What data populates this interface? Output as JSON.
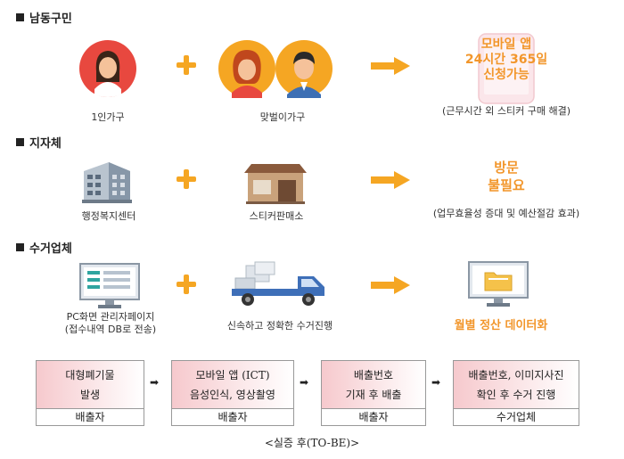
{
  "sections": {
    "residents": {
      "title": "남동구민",
      "single_label": "1인가구",
      "dual_label": "맞벌이가구",
      "result_line1": "모바일 앱",
      "result_line2": "24시간 365일",
      "result_line3": "신청가능",
      "result_note": "(근무시간 외 스티커 구매 해결)"
    },
    "municipality": {
      "title": "지자체",
      "admin_label": "행정복지센터",
      "store_label": "스티커판매소",
      "result_line1": "방문",
      "result_line2": "불필요",
      "result_note": "(업무효율성 증대 및 예산절감 효과)"
    },
    "collector": {
      "title": "수거업체",
      "pc_label_line1": "PC화면 관리자페이지",
      "pc_label_line2": "(접수내역 DB로 전송)",
      "truck_label": "신속하고 정확한 수거진행",
      "result": "월별 정산 데이터화"
    }
  },
  "flow": [
    {
      "line1": "대형폐기물",
      "line2": "발생",
      "actor": "배출자"
    },
    {
      "line1": "모바일 앱 (ICT)",
      "line2": "음성인식, 영상촬영",
      "actor": "배출자"
    },
    {
      "line1": "배출번호",
      "line2": "기재 후 배출",
      "actor": "배출자"
    },
    {
      "line1": "배출번호, 이미지사진",
      "line2": "확인 후 수거 진행",
      "actor": "수거업체"
    }
  ],
  "footer": "<실증 후(TO-BE)>",
  "colors": {
    "accent": "#f2962b",
    "plus": "#f5a623",
    "gradient_pink": "#f6c9cd"
  }
}
